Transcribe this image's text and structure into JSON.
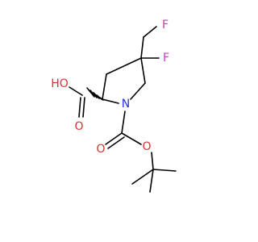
{
  "molecule": {
    "atoms": {
      "F_top": {
        "text": "F",
        "color": "#c838c8"
      },
      "F_mid": {
        "text": "F",
        "color": "#c838c8"
      },
      "HO": {
        "text": "HO",
        "color": "#e03030"
      },
      "O_acid": {
        "text": "O",
        "color": "#e03030"
      },
      "N": {
        "text": "N",
        "color": "#2830e0"
      },
      "O_ester": {
        "text": "O",
        "color": "#e03030"
      },
      "O_carbonyl": {
        "text": "O",
        "color": "#e03030"
      }
    },
    "colors": {
      "bond": "#000000",
      "background": "#ffffff"
    }
  }
}
